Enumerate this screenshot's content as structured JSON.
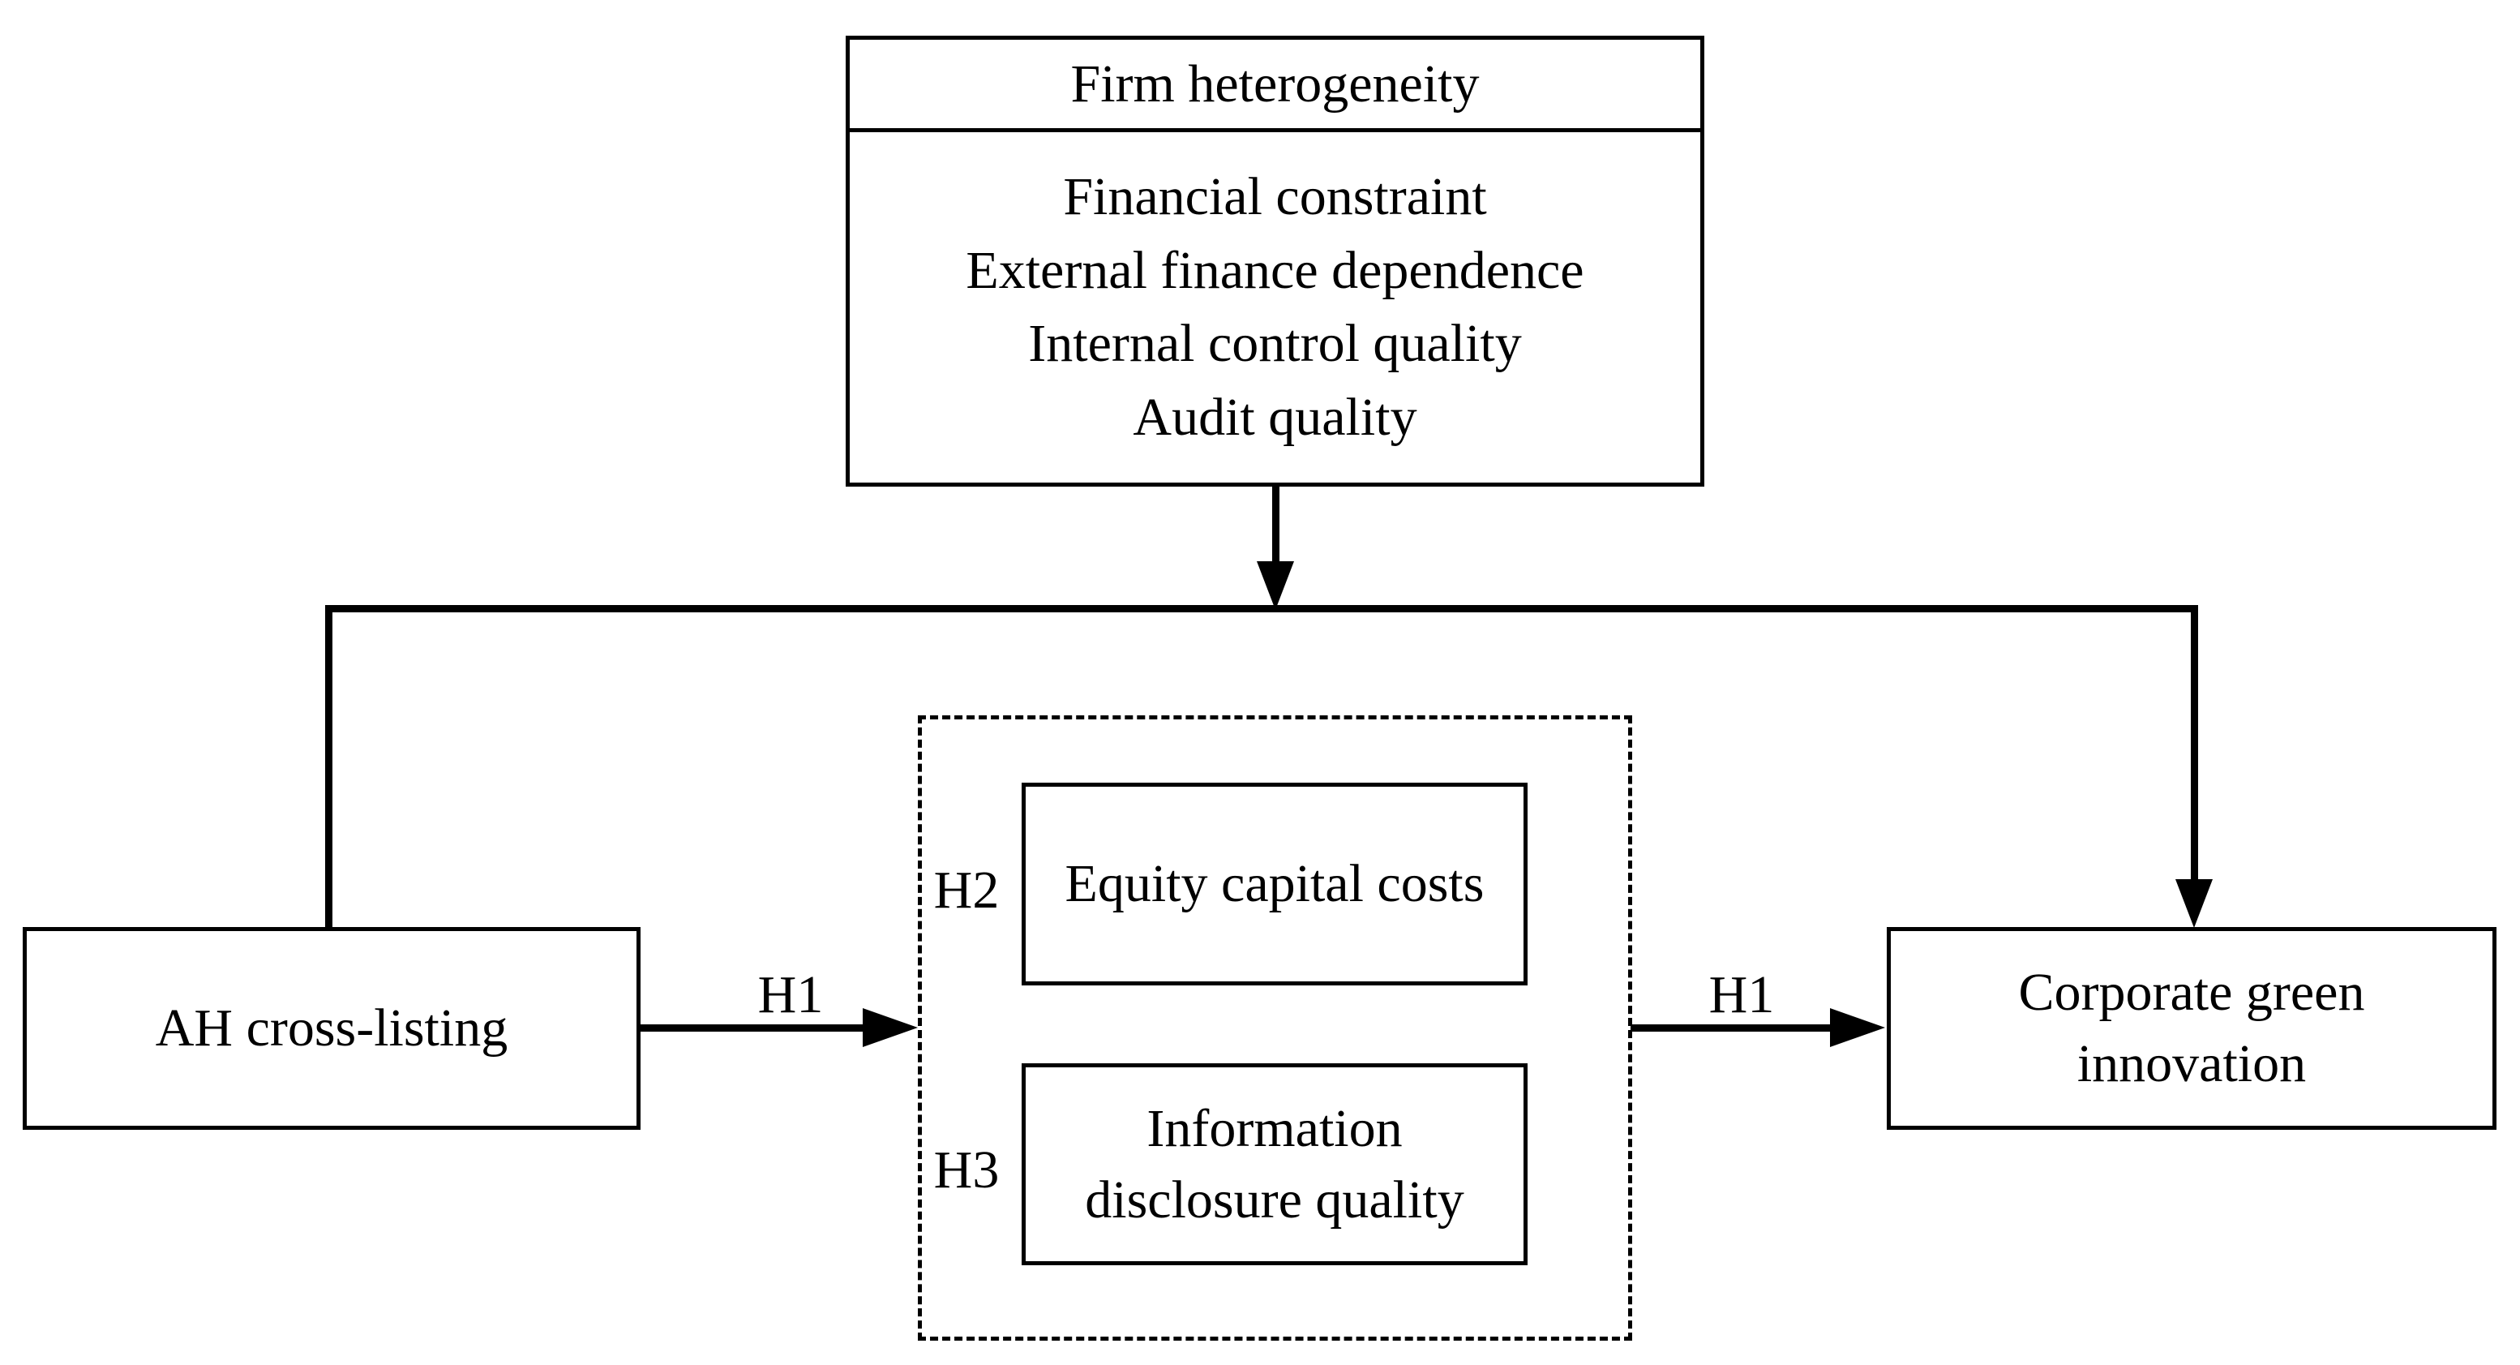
{
  "figure": {
    "background_color": "#ffffff",
    "line_color": "#000000",
    "moderator_box": {
      "title": "Firm heterogeneity",
      "items": [
        "Financial constraint",
        "External finance dependence",
        "Internal control quality",
        "Audit quality"
      ]
    },
    "independent_box": {
      "label": "AH cross-listing"
    },
    "dependent_box": {
      "label": "Corporate green innovation"
    },
    "mediators": {
      "equity": {
        "hypothesis": "H2",
        "label": "Equity capital costs"
      },
      "information": {
        "hypothesis": "H3",
        "label": "Information disclosure quality"
      }
    },
    "paths": {
      "h1_left_label": "H1",
      "h1_right_label": "H1"
    }
  }
}
